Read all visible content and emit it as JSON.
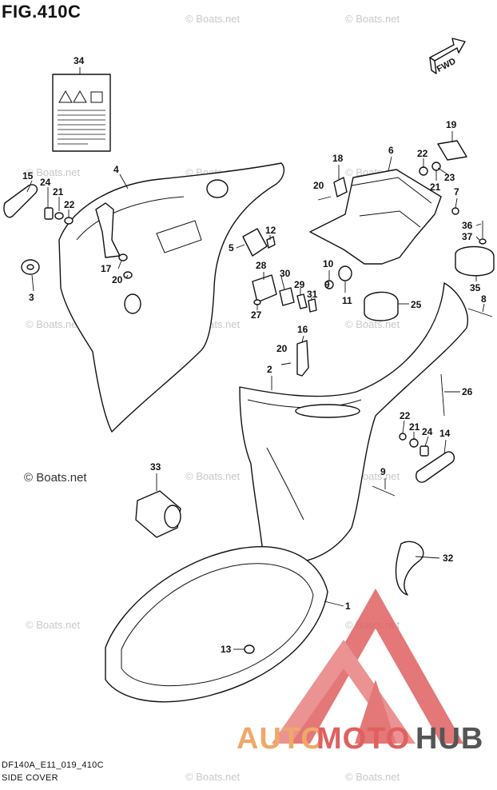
{
  "figure": {
    "title": "FIG.410C",
    "code": "DF140A_E11_019_410C",
    "caption": "SIDE COVER"
  },
  "watermark": {
    "text": "© Boats.net"
  },
  "direction_label": "FWD",
  "brand": {
    "part1": "AUTO",
    "part2": "MOTO",
    "part3": "HUB",
    "colors": {
      "auto": "#f0a868",
      "moto": "#e06060",
      "hub": "#555555",
      "triangle": "#e06060"
    }
  },
  "callouts": [
    {
      "id": "c34",
      "label": "34"
    },
    {
      "id": "c4",
      "label": "4"
    },
    {
      "id": "c15",
      "label": "15"
    },
    {
      "id": "c24a",
      "label": "24"
    },
    {
      "id": "c21a",
      "label": "21"
    },
    {
      "id": "c22a",
      "label": "22"
    },
    {
      "id": "c3",
      "label": "3"
    },
    {
      "id": "c17",
      "label": "17"
    },
    {
      "id": "c20a",
      "label": "20"
    },
    {
      "id": "c5",
      "label": "5"
    },
    {
      "id": "c12",
      "label": "12"
    },
    {
      "id": "c28",
      "label": "28"
    },
    {
      "id": "c30",
      "label": "30"
    },
    {
      "id": "c29",
      "label": "29"
    },
    {
      "id": "c31",
      "label": "31"
    },
    {
      "id": "c27",
      "label": "27"
    },
    {
      "id": "c18",
      "label": "18"
    },
    {
      "id": "c6",
      "label": "6"
    },
    {
      "id": "c22b",
      "label": "22"
    },
    {
      "id": "c19",
      "label": "19"
    },
    {
      "id": "c23",
      "label": "23"
    },
    {
      "id": "c21b",
      "label": "21"
    },
    {
      "id": "c20b",
      "label": "20"
    },
    {
      "id": "c7",
      "label": "7"
    },
    {
      "id": "c36",
      "label": "36"
    },
    {
      "id": "c37",
      "label": "37"
    },
    {
      "id": "c10",
      "label": "10"
    },
    {
      "id": "c9a",
      "label": "9"
    },
    {
      "id": "c11",
      "label": "11"
    },
    {
      "id": "c25",
      "label": "25"
    },
    {
      "id": "c35",
      "label": "35"
    },
    {
      "id": "c8",
      "label": "8"
    },
    {
      "id": "c16",
      "label": "16"
    },
    {
      "id": "c20c",
      "label": "20"
    },
    {
      "id": "c2",
      "label": "2"
    },
    {
      "id": "c26",
      "label": "26"
    },
    {
      "id": "c22c",
      "label": "22"
    },
    {
      "id": "c21c",
      "label": "21"
    },
    {
      "id": "c24b",
      "label": "24"
    },
    {
      "id": "c14",
      "label": "14"
    },
    {
      "id": "c33",
      "label": "33"
    },
    {
      "id": "c9b",
      "label": "9"
    },
    {
      "id": "c32",
      "label": "32"
    },
    {
      "id": "c1",
      "label": "1"
    },
    {
      "id": "c13",
      "label": "13"
    }
  ]
}
